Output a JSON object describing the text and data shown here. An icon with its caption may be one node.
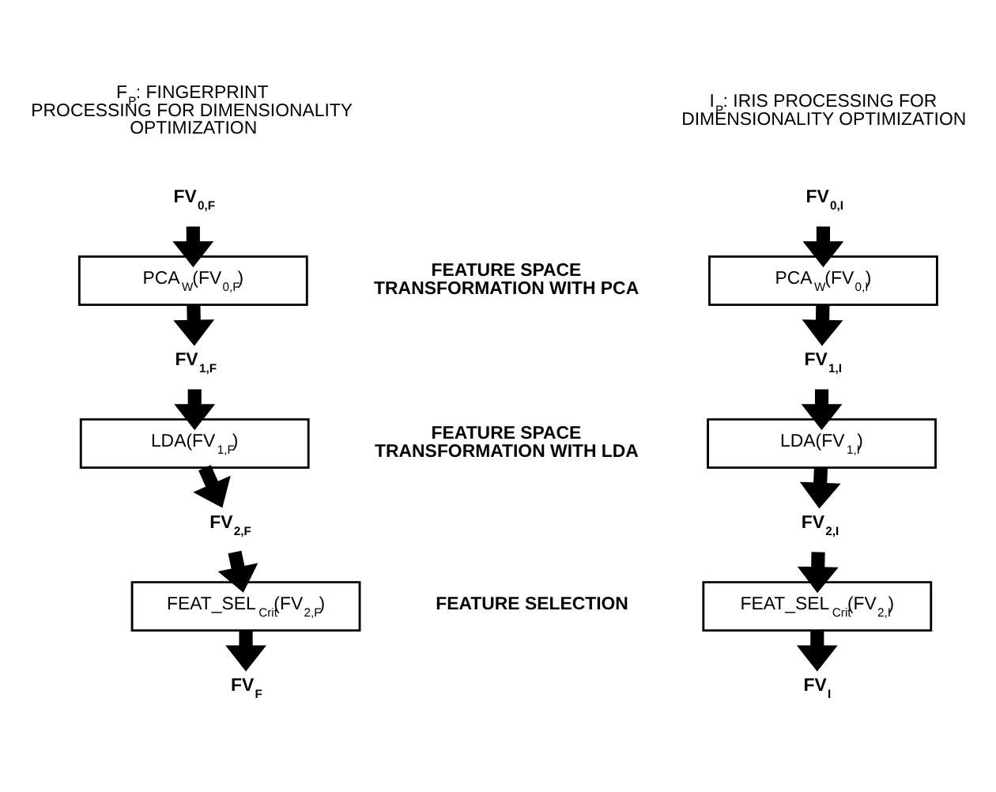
{
  "diagram": {
    "nodes": [
      {
        "text": [
          "FV$_{0,F}$"
        ]
      },
      {
        "text": [
          "PCA$_{W}$(FV$_{0,F}$)"
        ]
      },
      {
        "text": [
          "FV$_{1,F}$"
        ]
      },
      {
        "text": [
          "LDA(FV$_{1,F}$)"
        ]
      },
      {
        "text": [
          "FV$_{2,F}$"
        ]
      },
      {
        "text": [
          "FEAT_SEL$_{Crit}$(FV$_{2,F}$)"
        ]
      },
      {
        "text": [
          "FV$_{F}$"
        ]
      },
      {
        "text": [
          "FV$_{0,I}$"
        ]
      },
      {
        "text": [
          "PCA$_{W}$(FV$_{0,I}$)"
        ]
      },
      {
        "text": [
          "FV$_{1,I}$"
        ]
      },
      {
        "text": [
          "LDA(FV$_{1,I}$)"
        ]
      },
      {
        "text": [
          "FV$_{2,I}$"
        ]
      },
      {
        "text": [
          "FEAT_SEL$_{Crit}$(FV$_{2,I}$)"
        ]
      },
      {
        "text": [
          "FV$_{I}$"
        ]
      }
    ],
    "edges": [
      {
        "from": 0,
        "to": 1,
        "arrow": "to"
      },
      {
        "from": 1,
        "to": 2,
        "arrow": "to"
      },
      {
        "from": 2,
        "to": 3,
        "arrow": "to"
      },
      {
        "from": 3,
        "to": 4,
        "arrow": "to"
      },
      {
        "from": 4,
        "to": 5,
        "arrow": "to"
      },
      {
        "from": 5,
        "to": 6,
        "arrow": "to"
      },
      {
        "from": 7,
        "to": 8,
        "arrow": "to"
      },
      {
        "from": 8,
        "to": 9,
        "arrow": "to"
      },
      {
        "from": 9,
        "to": 10,
        "arrow": "to"
      },
      {
        "from": 10,
        "to": 11,
        "arrow": "to"
      },
      {
        "from": 11,
        "to": 12,
        "arrow": "to"
      },
      {
        "from": 12,
        "to": 13,
        "arrow": "to"
      }
    ],
    "labels": [
      "F$_{P}$: FINGERPRINT PROCESSING FOR DIMENSIONALITY OPTIMIZATION",
      "I$_{P}$: IRIS PROCESSING FOR DIMENSIONALITY OPTIMIZATION",
      "FEATURE SPACE TRANSFORMATION WITH PCA",
      "FEATURE SPACE TRANSFORMATION WITH LDA",
      "FEATURE SELECTION"
    ]
  }
}
